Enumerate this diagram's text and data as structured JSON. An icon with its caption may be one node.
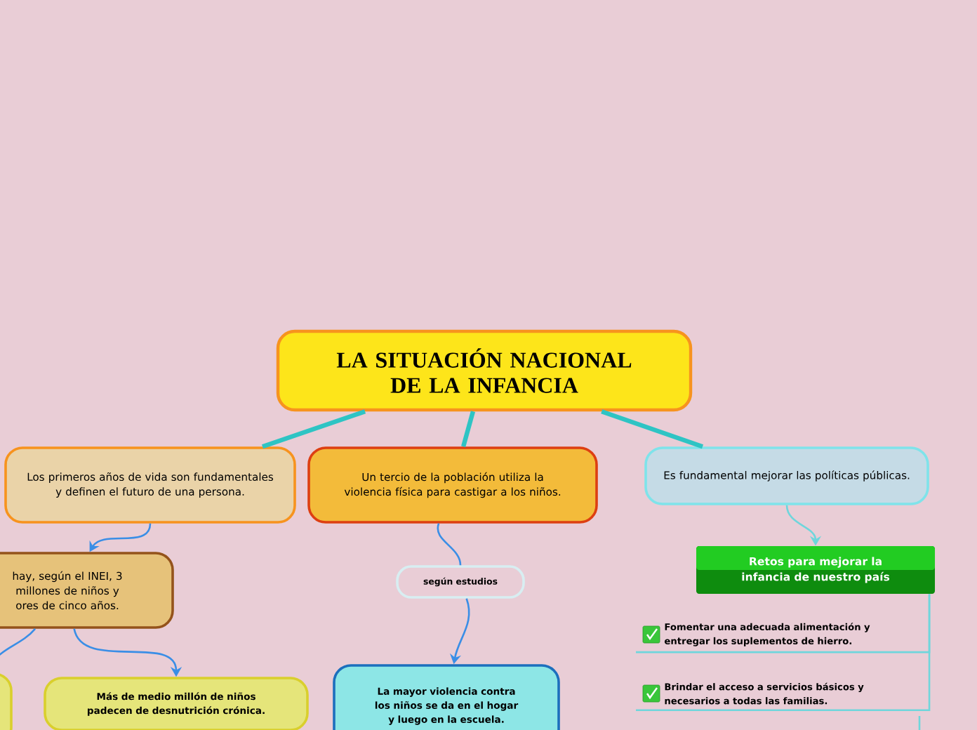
{
  "diagram": {
    "nodes": [
      {
        "text": [
          "LA SITUACIÓN NACIONAL DE LA INFANCIA"
        ]
      },
      {
        "text": [
          "Los primeros años de vida son fundamentales y definen el futuro de una persona."
        ]
      },
      {
        "text": [
          "Un tercio de la  población utiliza la violencia física para castigar a los niños."
        ]
      },
      {
        "text": [
          "Es fundamental mejorar las políticas públicas."
        ]
      },
      {
        "text": [
          "hay, según el INEI, 3 millones de niños y ores de cinco años."
        ]
      },
      {
        "text": [],
        "shape": "box"
      },
      {
        "text": [
          "Más de medio millón de niños padecen de desnutrición crónica."
        ]
      },
      {
        "text": [
          "según estudios"
        ]
      },
      {
        "text": [
          "La mayor violencia contra los niños se da en el hogar y luego en la escuela."
        ]
      },
      {
        "text": [
          "Retos para mejorar la infancia de nuestro país"
        ]
      },
      {
        "text": [
          "Fomentar una adecuada alimentación y entregar los suplementos de hierro."
        ]
      },
      {
        "text": [
          "Brindar el acceso a servicios  básicos y necesarios  a todas las familias."
        ]
      }
    ],
    "edges": [
      {
        "from": 0,
        "to": 1,
        "arrow": "none",
        "style": "thick",
        "color": "#2ec4c4"
      },
      {
        "from": 0,
        "to": 2,
        "arrow": "none",
        "style": "thick",
        "color": "#2ec4c4"
      },
      {
        "from": 0,
        "to": 3,
        "arrow": "none",
        "style": "thick",
        "color": "#2ec4c4"
      },
      {
        "from": 1,
        "to": 4,
        "arrow": "to"
      },
      {
        "from": 4,
        "to": 5,
        "arrow": "none"
      },
      {
        "from": 4,
        "to": 6,
        "arrow": "to"
      },
      {
        "from": 2,
        "to": 7,
        "arrow": "none"
      },
      {
        "from": 7,
        "to": 8,
        "arrow": "to"
      },
      {
        "from": 3,
        "to": 9,
        "arrow": "to",
        "color": "#6fd6dc"
      },
      {
        "from": 9,
        "to": 10,
        "arrow": "none",
        "color": "#6fd6dc"
      },
      {
        "from": 9,
        "to": 11,
        "arrow": "none",
        "color": "#6fd6dc"
      }
    ]
  }
}
